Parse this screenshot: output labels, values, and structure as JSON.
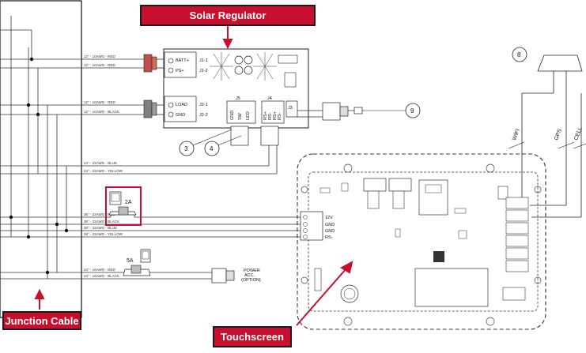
{
  "callouts": {
    "solar_regulator": "Solar Regulator",
    "junction_cable": "Junction Cable",
    "touchscreen": "Touchscreen"
  },
  "regulator": {
    "terminals": {
      "batt": "BATT+",
      "ps": "PS+",
      "j1_1": "J1-1",
      "j1_2": "J1-2",
      "load": "LOAD",
      "gnd": "GND",
      "j2_1": "J2-1",
      "j2_2": "J2-2"
    },
    "connectors": {
      "j5": "J5",
      "j4": "J4",
      "j3": "J3",
      "j5_pins": [
        "GND",
        "SW",
        "LED"
      ],
      "j4_pins": [
        "RS+",
        "RS-",
        "RS+",
        "RS-"
      ]
    }
  },
  "wires": {
    "w1": "12\" - 10AWG - RED",
    "w2": "12\" - 10AWG - RED",
    "w3": "12\" - 10AWG - RED",
    "w4": "12\" - 10AWG - BLACK",
    "w5": "24\" - 22AWG - BLUE",
    "w6": "24\" - 22AWG - YELLOW",
    "w7": "36\" - 22AWG - RED",
    "w8": "36\" - 22AWG - BLACK",
    "w9": "36\" - 22AWG - BLUE",
    "w10": "36\" - 22AWG - YELLOW",
    "w11": "24\" - 16AWG - RED",
    "w12": "24\" - 16AWG - BLACK"
  },
  "fuses": {
    "fuse_2a": "2A",
    "fuse_5a": "5A"
  },
  "power_acc": [
    "POWER",
    "ACC.",
    "(OPTION)"
  ],
  "antenna_labels": {
    "wifi": "WIFI",
    "gps": "GPS",
    "cell": "CELL"
  },
  "numbers": {
    "n3": "3",
    "n4": "4",
    "n8": "8",
    "n9": "9"
  },
  "board_labels": {
    "d1": "12V",
    "d2": "GND",
    "d3": "GND",
    "d4": "RS-"
  }
}
